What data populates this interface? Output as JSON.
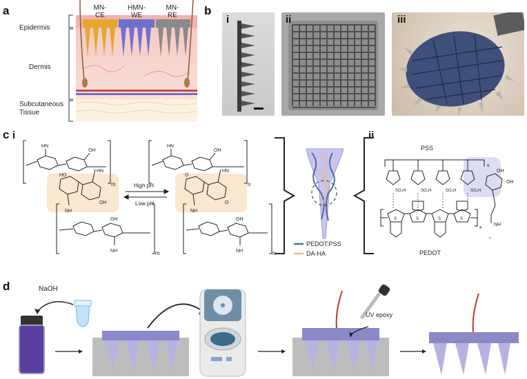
{
  "panel_a": {
    "label": "a",
    "mn_labels": [
      {
        "line1": "MN-",
        "line2": "CE"
      },
      {
        "line1": "HMN-",
        "line2": "WE"
      },
      {
        "line1": "MN-",
        "line2": "RE"
      }
    ],
    "layers": {
      "epidermis": "Epidermis",
      "dermis": "Dermis",
      "subcutaneous_line1": "Subcutaneous",
      "subcutaneous_line2": "Tissue"
    },
    "colors": {
      "ce": "#e6a72f",
      "we": "#6f6fd0",
      "re": "#8a8a8a"
    }
  },
  "panel_b": {
    "label": "b",
    "subpanels": [
      "i",
      "ii",
      "iii"
    ]
  },
  "panel_c": {
    "label": "c",
    "sub_i": "i",
    "sub_ii": "ii",
    "reaction": {
      "forward": "High pH",
      "reverse": "Low pH"
    },
    "subscripts": {
      "m": "m",
      "n": "n",
      "x": "x"
    },
    "chem": {
      "OH": "OH",
      "HN": "HN",
      "NH": "NH",
      "O": "O",
      "HO": "HO",
      "SO3H": "SO₃H",
      "S": "S",
      "PSS": "PSS",
      "PEDOT": "PEDOT"
    },
    "legend": [
      {
        "name": "PEDOT:PSS",
        "color": "#4a6aa8"
      },
      {
        "name": "DA-HA",
        "color": "#e8b89a"
      }
    ]
  },
  "panel_d": {
    "label": "d",
    "reagent": "NaOH",
    "uv_label": "UV epoxy"
  }
}
